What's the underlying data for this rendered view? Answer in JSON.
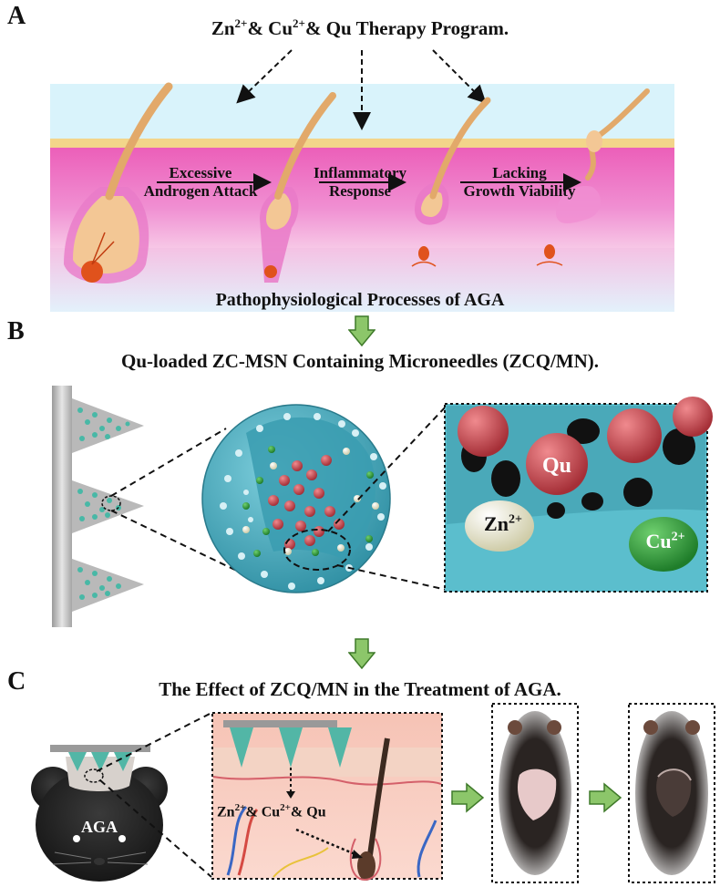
{
  "panel_a": {
    "letter": "A",
    "title_parts": [
      "Zn",
      "2+",
      "& Cu",
      "2+",
      "& Qu Therapy Program."
    ],
    "steps": [
      {
        "line1": "Excessive",
        "line2": "Androgen Attack"
      },
      {
        "line1": "Inflammatory",
        "line2": "Response"
      },
      {
        "line1": "Lacking",
        "line2": "Growth Viability"
      }
    ],
    "caption": "Pathophysiological Processes of AGA"
  },
  "panel_b": {
    "letter": "B",
    "title": "Qu-loaded ZC-MSN Containing Microneedles (ZCQ/MN).",
    "zoom_labels": {
      "qu": "Qu",
      "zn_base": "Zn",
      "zn_sup": "2+",
      "cu_base": "Cu",
      "cu_sup": "2+"
    }
  },
  "panel_c": {
    "letter": "C",
    "title": "The Effect of ZCQ/MN in the Treatment of AGA.",
    "mouse_label": "AGA",
    "skin_label_parts": [
      "Zn",
      "2+",
      "& Cu",
      "2+",
      "& Qu"
    ]
  },
  "colors": {
    "skin_pink": "#e97ac8",
    "epidermis_yellow": "#f3d58a",
    "hair_tan": "#e2a96a",
    "bulb_orange": "#e0521c",
    "sky_blue": "#d9f3fb",
    "msn_teal": "#4fb3c6",
    "qu_red": "#c9474e",
    "zn_cream": "#ecebcf",
    "cu_green": "#2f9e3a",
    "arrow_green": "#8cc66a"
  }
}
